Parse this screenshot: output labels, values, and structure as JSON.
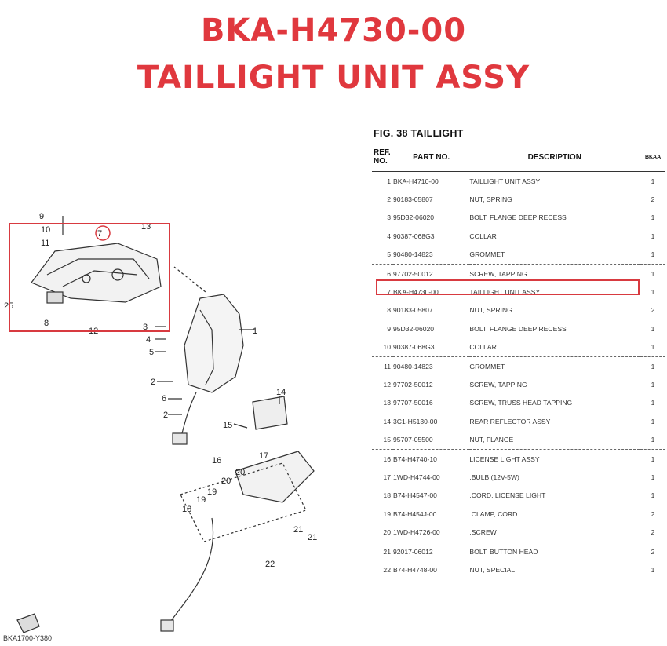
{
  "header": {
    "part_number": "BKA-H4730-00",
    "part_name": "TAILLIGHT UNIT ASSY"
  },
  "figure": {
    "title": "FIG. 38  TAILLIGHT",
    "code": "BKA1700-Y380",
    "callouts": [
      "1",
      "2",
      "3",
      "4",
      "5",
      "6",
      "7",
      "8",
      "9",
      "10",
      "11",
      "12",
      "13",
      "14",
      "15",
      "16",
      "17",
      "18",
      "19",
      "20",
      "21",
      "22",
      "25"
    ]
  },
  "table": {
    "headers": {
      "ref": "REF. NO.",
      "part": "PART NO.",
      "desc": "DESCRIPTION",
      "qty": "BKAA"
    },
    "rows": [
      {
        "ref": "1",
        "part": "BKA-H4710-00",
        "desc": "TAILLIGHT UNIT ASSY",
        "qty": "1"
      },
      {
        "ref": "2",
        "part": "90183-05807",
        "desc": "NUT, SPRING",
        "qty": "2"
      },
      {
        "ref": "3",
        "part": "95D32-06020",
        "desc": "BOLT, FLANGE DEEP RECESS",
        "qty": "1"
      },
      {
        "ref": "4",
        "part": "90387-068G3",
        "desc": "COLLAR",
        "qty": "1"
      },
      {
        "ref": "5",
        "part": "90480-14823",
        "desc": "GROMMET",
        "qty": "1"
      },
      {
        "ref": "6",
        "part": "97702-50012",
        "desc": "SCREW, TAPPING",
        "qty": "1"
      },
      {
        "ref": "7",
        "part": "BKA-H4730-00",
        "desc": "TAILLIGHT UNIT ASSY",
        "qty": "1"
      },
      {
        "ref": "8",
        "part": "90183-05807",
        "desc": "NUT, SPRING",
        "qty": "2"
      },
      {
        "ref": "9",
        "part": "95D32-06020",
        "desc": "BOLT, FLANGE DEEP RECESS",
        "qty": "1"
      },
      {
        "ref": "10",
        "part": "90387-068G3",
        "desc": "COLLAR",
        "qty": "1"
      },
      {
        "ref": "11",
        "part": "90480-14823",
        "desc": "GROMMET",
        "qty": "1"
      },
      {
        "ref": "12",
        "part": "97702-50012",
        "desc": "SCREW, TAPPING",
        "qty": "1"
      },
      {
        "ref": "13",
        "part": "97707-50016",
        "desc": "SCREW, TRUSS HEAD TAPPING",
        "qty": "1"
      },
      {
        "ref": "14",
        "part": "3C1-H5130-00",
        "desc": "REAR REFLECTOR ASSY",
        "qty": "1"
      },
      {
        "ref": "15",
        "part": "95707-05500",
        "desc": "NUT, FLANGE",
        "qty": "1"
      },
      {
        "ref": "16",
        "part": "B74-H4740-10",
        "desc": "LICENSE LIGHT ASSY",
        "qty": "1"
      },
      {
        "ref": "17",
        "part": "1WD-H4744-00",
        "desc": ".BULB (12V-5W)",
        "qty": "1"
      },
      {
        "ref": "18",
        "part": "B74-H4547-00",
        "desc": ".CORD, LICENSE LIGHT",
        "qty": "1"
      },
      {
        "ref": "19",
        "part": "B74-H454J-00",
        "desc": ".CLAMP, CORD",
        "qty": "2"
      },
      {
        "ref": "20",
        "part": "1WD-H4726-00",
        "desc": ".SCREW",
        "qty": "2"
      },
      {
        "ref": "21",
        "part": "92017-06012",
        "desc": "BOLT, BUTTON HEAD",
        "qty": "2"
      },
      {
        "ref": "22",
        "part": "B74-H4748-00",
        "desc": "NUT, SPECIAL",
        "qty": "1"
      }
    ]
  },
  "colors": {
    "accent": "#e0383e",
    "highlight": "#d83a40"
  }
}
